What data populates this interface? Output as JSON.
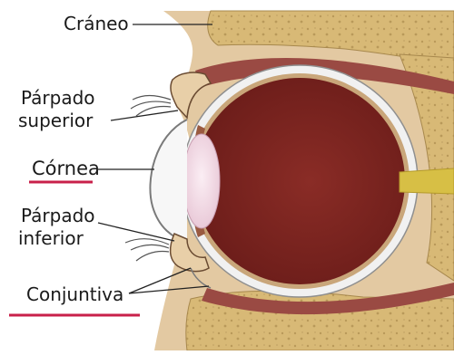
{
  "labels": {
    "craneo": "Cráneo",
    "parpado_superior": [
      "Párpado",
      "superior"
    ],
    "cornea": "Córnea",
    "parpado_inferior": [
      "Párpado",
      "inferior"
    ],
    "conjuntiva": "Conjuntiva"
  },
  "colors": {
    "skin": "#e3c9a2",
    "bone": "#d8b976",
    "bone_dots": "#b9995a",
    "globe": "#7a2420",
    "sclera": "#f1f1f1",
    "muscle": "#9a4a43",
    "lens": "#f2dde8",
    "nerve": "#d7bf45",
    "highlight_line": "#c8204a",
    "leader_line": "#222222"
  }
}
